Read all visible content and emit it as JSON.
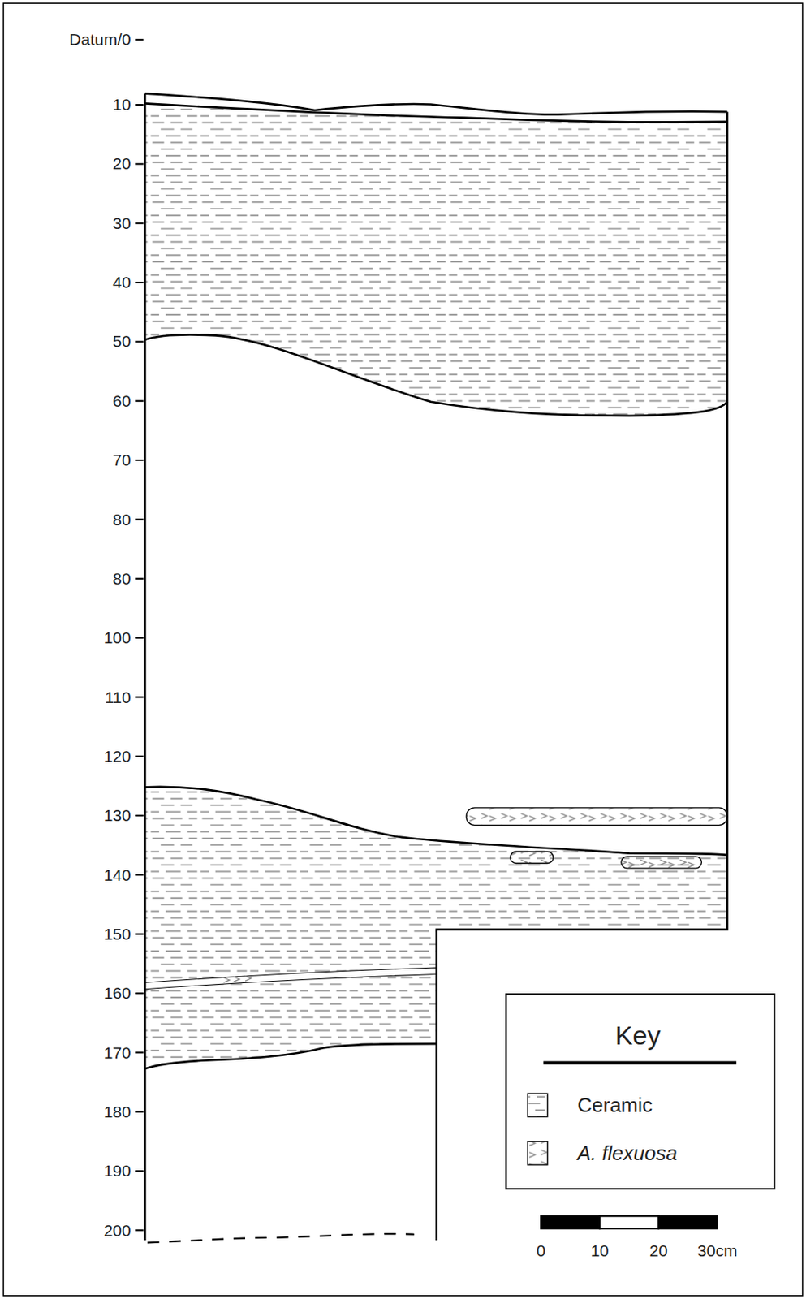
{
  "diagram": {
    "labels": [
      "Datum/0",
      "10",
      "20",
      "30",
      "40",
      "50",
      "60",
      "70",
      "80",
      "80",
      "100",
      "110",
      "120",
      "130",
      "140",
      "150",
      "160",
      "170",
      "180",
      "190",
      "200",
      "Key",
      "0",
      "10",
      "20",
      "30cm"
    ],
    "legend": [
      {
        "text": "Ceramic"
      },
      {
        "text": "A. flexuosa"
      }
    ]
  }
}
